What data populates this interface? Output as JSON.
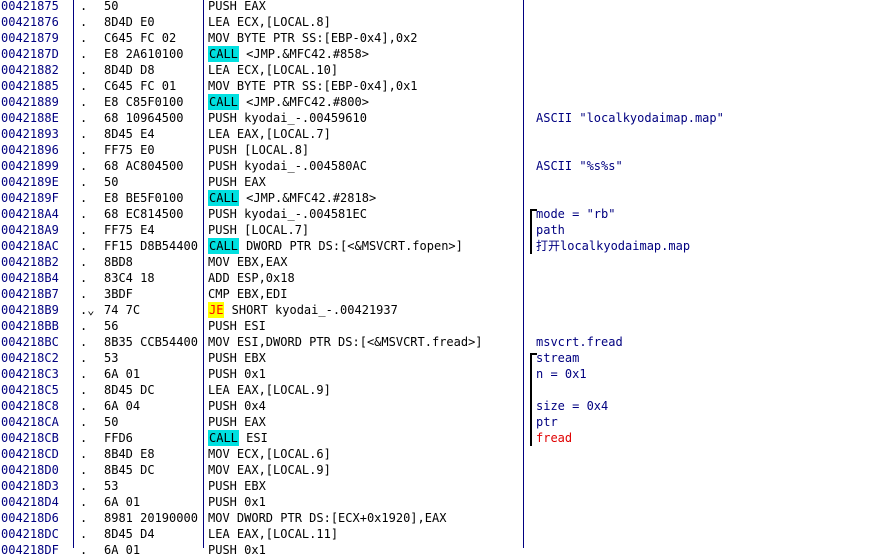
{
  "rows": [
    {
      "addr": "00421875",
      "mark": ".",
      "hex": "50",
      "pre": "PUSH EAX",
      "kw": "",
      "post": "",
      "cmt": ""
    },
    {
      "addr": "00421876",
      "mark": ".",
      "hex": "8D4D E0",
      "pre": "LEA ECX,[LOCAL.8]",
      "kw": "",
      "post": "",
      "cmt": ""
    },
    {
      "addr": "00421879",
      "mark": ".",
      "hex": "C645 FC 02",
      "pre": "MOV BYTE PTR SS:[EBP-0x4],0x2",
      "kw": "",
      "post": "",
      "cmt": ""
    },
    {
      "addr": "0042187D",
      "mark": ".",
      "hex": "E8 2A610100",
      "pre": "",
      "kw": "CALL",
      "post": " <JMP.&MFC42.#858>",
      "cmt": ""
    },
    {
      "addr": "00421882",
      "mark": ".",
      "hex": "8D4D D8",
      "pre": "LEA ECX,[LOCAL.10]",
      "kw": "",
      "post": "",
      "cmt": ""
    },
    {
      "addr": "00421885",
      "mark": ".",
      "hex": "C645 FC 01",
      "pre": "MOV BYTE PTR SS:[EBP-0x4],0x1",
      "kw": "",
      "post": "",
      "cmt": ""
    },
    {
      "addr": "00421889",
      "mark": ".",
      "hex": "E8 C85F0100",
      "pre": "",
      "kw": "CALL",
      "post": " <JMP.&MFC42.#800>",
      "cmt": ""
    },
    {
      "addr": "0042188E",
      "mark": ".",
      "hex": "68 10964500",
      "pre": "PUSH kyodai_-.00459610",
      "kw": "",
      "post": "",
      "cmt": "ASCII \"localkyodaimap.map\""
    },
    {
      "addr": "00421893",
      "mark": ".",
      "hex": "8D45 E4",
      "pre": "LEA EAX,[LOCAL.7]",
      "kw": "",
      "post": "",
      "cmt": ""
    },
    {
      "addr": "00421896",
      "mark": ".",
      "hex": "FF75 E0",
      "pre": "PUSH [LOCAL.8]",
      "kw": "",
      "post": "",
      "cmt": ""
    },
    {
      "addr": "00421899",
      "mark": ".",
      "hex": "68 AC804500",
      "pre": "PUSH kyodai_-.004580AC",
      "kw": "",
      "post": "",
      "cmt": "ASCII \"%s%s\""
    },
    {
      "addr": "0042189E",
      "mark": ".",
      "hex": "50",
      "pre": "PUSH EAX",
      "kw": "",
      "post": "",
      "cmt": ""
    },
    {
      "addr": "0042189F",
      "mark": ".",
      "hex": "E8 BE5F0100",
      "pre": "",
      "kw": "CALL",
      "post": " <JMP.&MFC42.#2818>",
      "cmt": ""
    },
    {
      "addr": "004218A4",
      "mark": ".",
      "hex": "68 EC814500",
      "pre": "PUSH kyodai_-.004581EC",
      "kw": "",
      "post": "",
      "cmt": "mode = \"rb\""
    },
    {
      "addr": "004218A9",
      "mark": ".",
      "hex": "FF75 E4",
      "pre": "PUSH [LOCAL.7]",
      "kw": "",
      "post": "",
      "cmt": "path"
    },
    {
      "addr": "004218AC",
      "mark": ".",
      "hex": "FF15 D8B54400",
      "pre": "",
      "kw": "CALL",
      "post": " DWORD PTR DS:[<&MSVCRT.fopen>]",
      "cmt": "打开localkyodaimap.map"
    },
    {
      "addr": "004218B2",
      "mark": ".",
      "hex": "8BD8",
      "pre": "MOV EBX,EAX",
      "kw": "",
      "post": "",
      "cmt": ""
    },
    {
      "addr": "004218B4",
      "mark": ".",
      "hex": "83C4 18",
      "pre": "ADD ESP,0x18",
      "kw": "",
      "post": "",
      "cmt": ""
    },
    {
      "addr": "004218B7",
      "mark": ".",
      "hex": "3BDF",
      "pre": "CMP EBX,EDI",
      "kw": "",
      "post": "",
      "cmt": ""
    },
    {
      "addr": "004218B9",
      "mark": ".⌄",
      "hex": "74 7C",
      "pre": "",
      "kw": "JE",
      "post": " SHORT kyodai_-.00421937",
      "cmt": ""
    },
    {
      "addr": "004218BB",
      "mark": ".",
      "hex": "56",
      "pre": "PUSH ESI",
      "kw": "",
      "post": "",
      "cmt": ""
    },
    {
      "addr": "004218BC",
      "mark": ".",
      "hex": "8B35 CCB54400",
      "pre": "MOV ESI,DWORD PTR DS:[<&MSVCRT.fread>]",
      "kw": "",
      "post": "",
      "cmt": "msvcrt.fread"
    },
    {
      "addr": "004218C2",
      "mark": ".",
      "hex": "53",
      "pre": "PUSH EBX",
      "kw": "",
      "post": "",
      "cmt": "stream"
    },
    {
      "addr": "004218C3",
      "mark": ".",
      "hex": "6A 01",
      "pre": "PUSH 0x1",
      "kw": "",
      "post": "",
      "cmt": "n = 0x1"
    },
    {
      "addr": "004218C5",
      "mark": ".",
      "hex": "8D45 DC",
      "pre": "LEA EAX,[LOCAL.9]",
      "kw": "",
      "post": "",
      "cmt": ""
    },
    {
      "addr": "004218C8",
      "mark": ".",
      "hex": "6A 04",
      "pre": "PUSH 0x4",
      "kw": "",
      "post": "",
      "cmt": "size = 0x4"
    },
    {
      "addr": "004218CA",
      "mark": ".",
      "hex": "50",
      "pre": "PUSH EAX",
      "kw": "",
      "post": "",
      "cmt": "ptr"
    },
    {
      "addr": "004218CB",
      "mark": ".",
      "hex": "FFD6",
      "pre": "",
      "kw": "CALL",
      "post": " ESI",
      "cmt": "fread"
    },
    {
      "addr": "004218CD",
      "mark": ".",
      "hex": "8B4D E8",
      "pre": "MOV ECX,[LOCAL.6]",
      "kw": "",
      "post": "",
      "cmt": ""
    },
    {
      "addr": "004218D0",
      "mark": ".",
      "hex": "8B45 DC",
      "pre": "MOV EAX,[LOCAL.9]",
      "kw": "",
      "post": "",
      "cmt": ""
    },
    {
      "addr": "004218D3",
      "mark": ".",
      "hex": "53",
      "pre": "PUSH EBX",
      "kw": "",
      "post": "",
      "cmt": ""
    },
    {
      "addr": "004218D4",
      "mark": ".",
      "hex": "6A 01",
      "pre": "PUSH 0x1",
      "kw": "",
      "post": "",
      "cmt": ""
    },
    {
      "addr": "004218D6",
      "mark": ".",
      "hex": "8981 20190000",
      "pre": "MOV DWORD PTR DS:[ECX+0x1920],EAX",
      "kw": "",
      "post": "",
      "cmt": ""
    },
    {
      "addr": "004218DC",
      "mark": ".",
      "hex": "8D45 D4",
      "pre": "LEA EAX,[LOCAL.11]",
      "kw": "",
      "post": "",
      "cmt": ""
    },
    {
      "addr": "004218DF",
      "mark": ".",
      "hex": "6A 01",
      "pre": "PUSH 0x1",
      "kw": "",
      "post": "",
      "cmt": ""
    }
  ],
  "colors": {
    "address": "#000080",
    "call_highlight": "#00e0e0",
    "je_highlight": "#ffff00",
    "je_text": "#ff0000",
    "comment": "#000080",
    "fread_comment": "#e00000",
    "separator": "#000080"
  }
}
